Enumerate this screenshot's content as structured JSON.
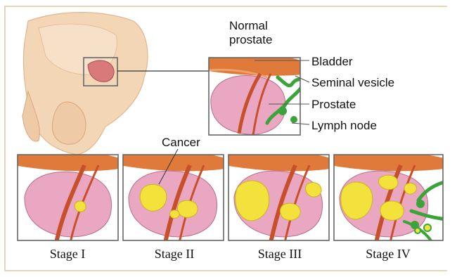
{
  "normal_label_line1": "Normal",
  "normal_label_line2": "prostate",
  "labels": {
    "bladder": "Bladder",
    "seminal_vesicle": "Seminal vesicle",
    "prostate": "Prostate",
    "lymph_node": "Lymph node",
    "cancer": "Cancer"
  },
  "stages": [
    "Stage I",
    "Stage II",
    "Stage III",
    "Stage IV"
  ],
  "colors": {
    "skin": "#f3d6b6",
    "prostate": "#e9a7c1",
    "bladder": "#e07a3a",
    "vessel": "#c7502a",
    "tumor": "#f3e23b",
    "lymph": "#3aa33a"
  }
}
